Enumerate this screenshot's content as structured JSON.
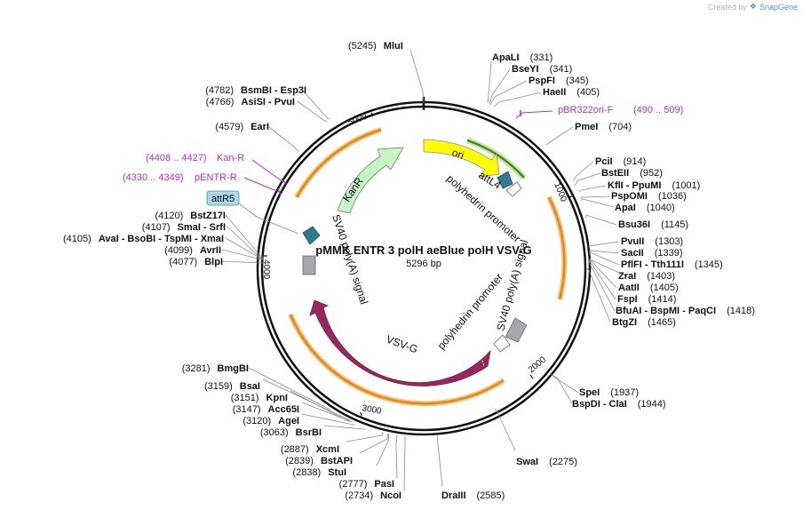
{
  "credit": {
    "prefix": "Created by",
    "brand": "SnapGene"
  },
  "plasmid": {
    "name": "pMMK ENTR 3 polH aeBlue polH VSV-G",
    "size": "5296 bp"
  },
  "ticks": [
    "5000",
    "1000",
    "2000",
    "3000",
    "4000"
  ],
  "features": {
    "ori": "ori",
    "kanr": "KanR",
    "vsvg": "VSV-G",
    "attl4": "attL4",
    "polh1": "polyhedrin promoter",
    "sv40a": "SV40 poly(A) signal",
    "polh2": "polyhedrin promoter",
    "sv40b": "SV40 poly(A) signal",
    "attr5": "attR5"
  },
  "primers": [
    {
      "label": "pBR322ori-F",
      "range": "(490 .. 509)"
    },
    {
      "label": "Kan-R",
      "range": "(4408 .. 4427)"
    },
    {
      "label": "pENTR-R",
      "range": "(4330 .. 4349)"
    }
  ],
  "sites": [
    {
      "pos": "(5245)",
      "name": "MluI"
    },
    {
      "name": "ApaLI",
      "pos": "(331)"
    },
    {
      "name": "BseYI",
      "pos": "(341)"
    },
    {
      "name": "PspFI",
      "pos": "(345)"
    },
    {
      "name": "HaeII",
      "pos": "(405)"
    },
    {
      "name": "PmeI",
      "pos": "(704)"
    },
    {
      "name": "PciI",
      "pos": "(914)"
    },
    {
      "name": "BstEII",
      "pos": "(952)"
    },
    {
      "name": "KflI - PpuMI",
      "pos": "(1001)"
    },
    {
      "name": "PspOMI",
      "pos": "(1036)"
    },
    {
      "name": "ApaI",
      "pos": "(1040)"
    },
    {
      "name": "Bsu36I",
      "pos": "(1145)"
    },
    {
      "name": "PvuII",
      "pos": "(1303)"
    },
    {
      "name": "SacII",
      "pos": "(1339)"
    },
    {
      "name": "PflFI - Tth111I",
      "pos": "(1345)"
    },
    {
      "name": "ZraI",
      "pos": "(1403)"
    },
    {
      "name": "AatII",
      "pos": "(1405)"
    },
    {
      "name": "FspI",
      "pos": "(1414)"
    },
    {
      "name": "BfuAI - BspMI - PaqCI",
      "pos": "(1418)"
    },
    {
      "name": "BtgZI",
      "pos": "(1465)"
    },
    {
      "name": "SpeI",
      "pos": "(1937)"
    },
    {
      "name": "BspDI - ClaI",
      "pos": "(1944)"
    },
    {
      "name": "SwaI",
      "pos": "(2275)"
    },
    {
      "name": "DraIII",
      "pos": "(2585)"
    },
    {
      "pos": "(2734)",
      "name": "NcoI"
    },
    {
      "pos": "(2777)",
      "name": "PasI"
    },
    {
      "pos": "(2838)",
      "name": "StuI"
    },
    {
      "pos": "(2839)",
      "name": "BstAPI"
    },
    {
      "pos": "(2887)",
      "name": "XcmI"
    },
    {
      "pos": "(3063)",
      "name": "BsrBI"
    },
    {
      "pos": "(3120)",
      "name": "AgeI"
    },
    {
      "pos": "(3147)",
      "name": "Acc65I"
    },
    {
      "pos": "(3151)",
      "name": "KpnI"
    },
    {
      "pos": "(3159)",
      "name": "BsaI"
    },
    {
      "pos": "(3281)",
      "name": "BmgBI"
    },
    {
      "pos": "(4077)",
      "name": "BlpI"
    },
    {
      "pos": "(4099)",
      "name": "AvrII"
    },
    {
      "pos": "(4105)",
      "name": "AvaI - BsoBI - TspMI - XmaI"
    },
    {
      "pos": "(4107)",
      "name": "SmaI - SrfI"
    },
    {
      "pos": "(4120)",
      "name": "BstZ17I"
    },
    {
      "pos": "(4579)",
      "name": "EarI"
    },
    {
      "pos": "(4766)",
      "name": "AsiSI - PvuI"
    },
    {
      "pos": "(4782)",
      "name": "BsmBI - Esp3I"
    }
  ]
}
